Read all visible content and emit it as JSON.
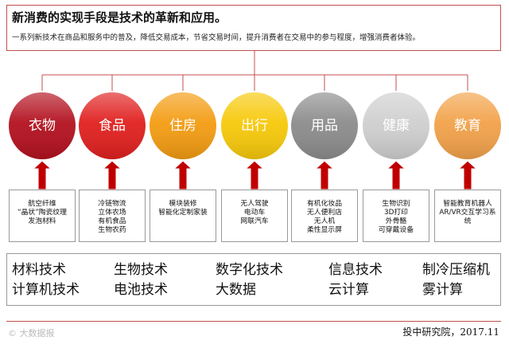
{
  "header": {
    "title": "新消费的实现手段是技术的革新和应用。",
    "subtitle": "一系列新技术在商品和服务中的普及，降低交易成本，节省交易时间，提升消费者在交易中的参与程度，增强消费者体验。"
  },
  "categories": [
    {
      "label": "衣物",
      "color": "#b3111f",
      "items": [
        "航空纤维",
        "“晶状”陶瓷纹理",
        "发泡材料"
      ]
    },
    {
      "label": "食品",
      "color": "#e0201f",
      "items": [
        "冷链物流",
        "立体农场",
        "有机食品",
        "生物农药"
      ]
    },
    {
      "label": "住房",
      "color": "#f39c12",
      "items": [
        "模块装修",
        "智能化定制家装"
      ]
    },
    {
      "label": "出行",
      "color": "#f7c90a",
      "items": [
        "无人驾驶",
        "电动车",
        "网联汽车"
      ]
    },
    {
      "label": "用品",
      "color": "#8c8c8c",
      "items": [
        "有机化妆品",
        "无人便利店",
        "无人机",
        "柔性显示屏"
      ]
    },
    {
      "label": "健康",
      "color": "#cfcfcf",
      "items": [
        "生物识别",
        "3D打印",
        "外骨骼",
        "可穿戴设备"
      ]
    },
    {
      "label": "教育",
      "color": "#f2a24a",
      "items": [
        "智能教育机器人",
        "AR/VR交互学习系",
        "统"
      ]
    }
  ],
  "technologies": {
    "row1": [
      "材料技术",
      "生物技术",
      "数字化技术",
      "信息技术",
      "制冷压缩机"
    ],
    "row2": [
      "计算机技术",
      "电池技术",
      "大数据",
      "云计算",
      "雾计算"
    ]
  },
  "source": "投中研究院，2017.11",
  "watermark": "© 大数据报"
}
